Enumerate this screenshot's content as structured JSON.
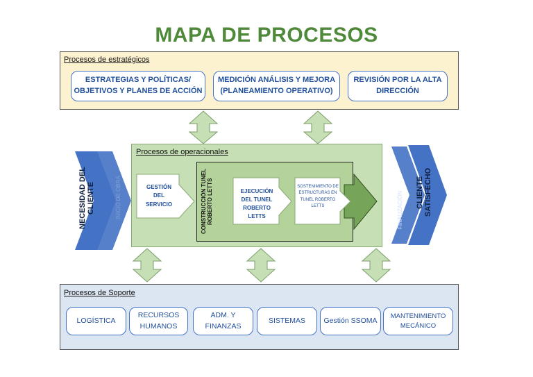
{
  "title": "MAPA DE PROCESOS",
  "strategic": {
    "label": "Procesos de estratégicos",
    "items": [
      "ESTRATEGIAS Y POLÍTICAS/ OBJETIVOS Y PLANES DE ACCIÓN",
      "MEDICIÓN ANÁLISIS Y MEJORA (PLANEAMIENTO OPERATIVO)",
      "REVISIÓN POR LA ALTA DIRECCIÓN"
    ]
  },
  "operational": {
    "label": "Procesos de operacionales",
    "gestion": "GESTIÓN DEL SERVICIO",
    "construccion": "CONSTRUCCIÓN TUNEL ROBERTO LETTS",
    "ejecucion": "EJECUCIÓN DEL TUNEL ROBERTO LETTS",
    "sostenimiento": "SOSTENIMIENTO DE ESTRUCTURAS EN TUNEL ROBERTO LETTS"
  },
  "left_arrows": {
    "outer": "NECESIDAD DEL CLIENTE",
    "inner": "INICIO DE OBRA"
  },
  "right_arrows": {
    "inner": "FINALIZACIÓN",
    "outer": "CLIENTE SATISFECHO"
  },
  "support": {
    "label": "Procesos de Soporte",
    "items": [
      "LOGÍSTICA",
      "RECURSOS HUMANOS",
      "ADM. Y FINANZAS",
      "SISTEMAS",
      "Gestión SSOMA",
      "MANTENIMIENTO MECÁNICO"
    ]
  },
  "colors": {
    "title": "#4f8a3a",
    "blue_arrow": "#4472c4",
    "green_arrow": "#c6dfb4",
    "dark_green_arrow": "#76a55a"
  }
}
